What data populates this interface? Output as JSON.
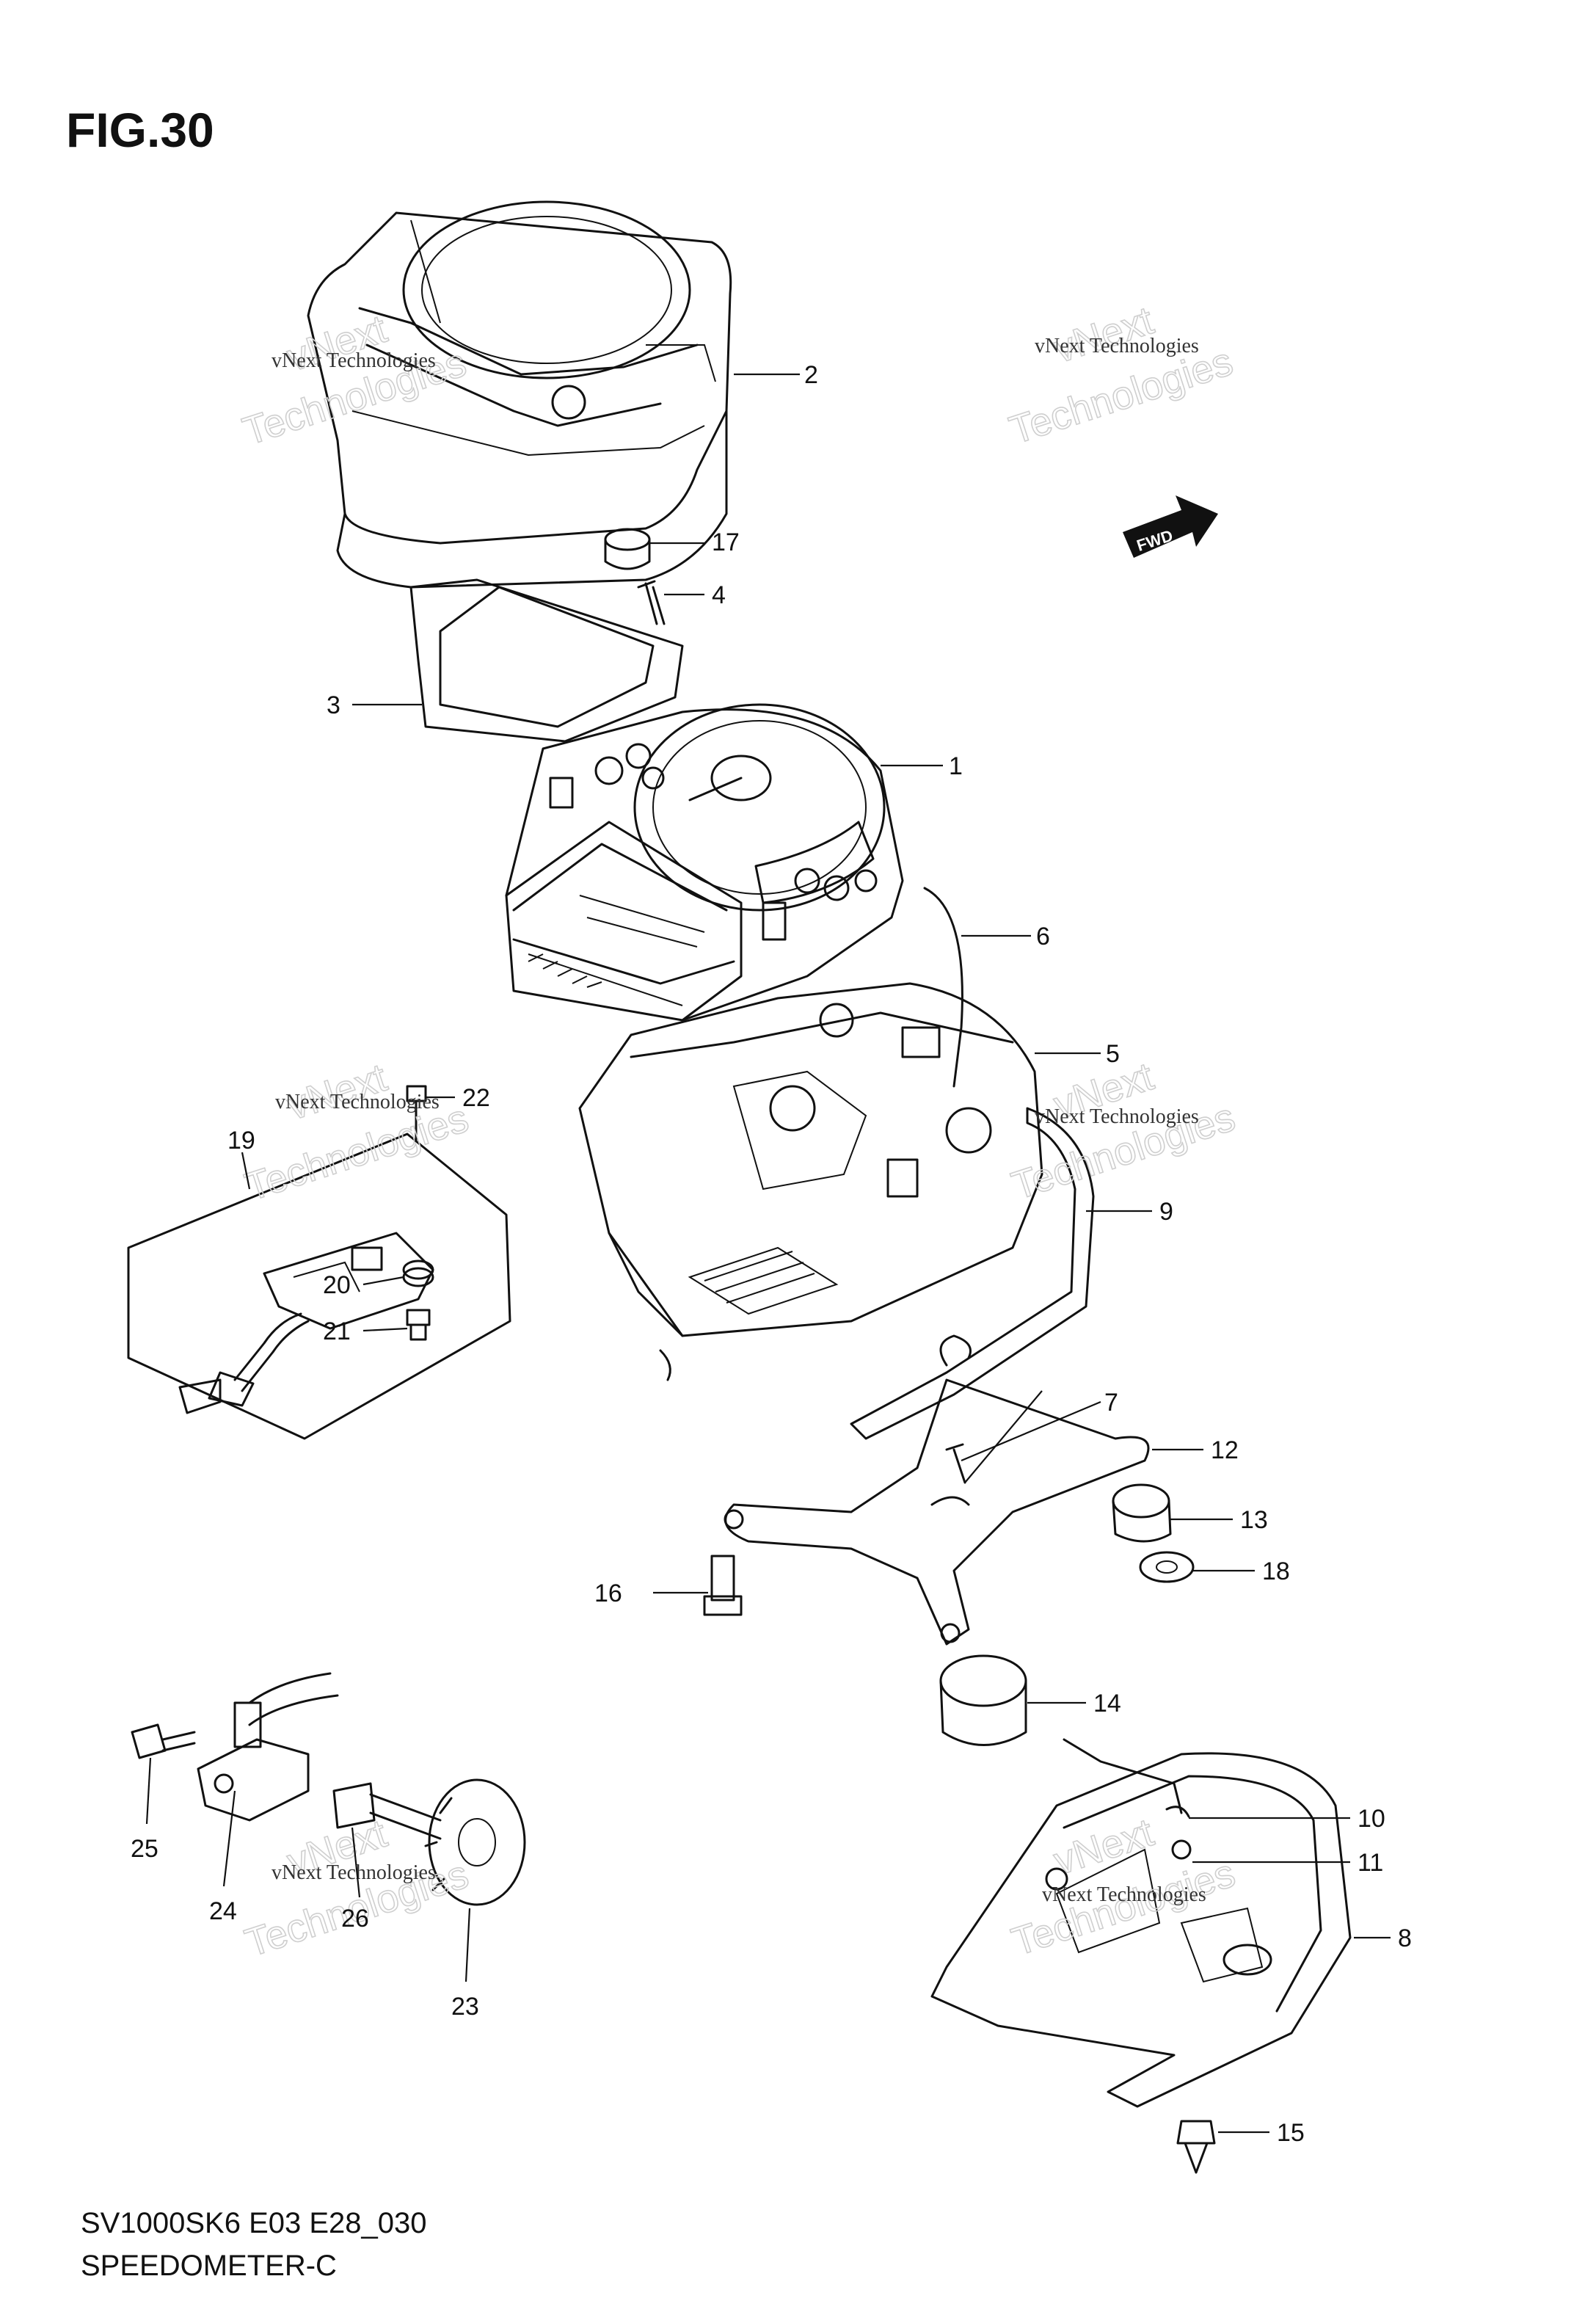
{
  "figure": {
    "title": "FIG.30"
  },
  "footer": {
    "model_code": "SV1000SK6 E03 E28_030",
    "caption": "SPEEDOMETER-C"
  },
  "watermark": {
    "line1": "vNext Technologies",
    "line2": "vNext",
    "line3": "Technologies"
  },
  "fwd_label": "FWD",
  "parts": [
    {
      "num": "1"
    },
    {
      "num": "2"
    },
    {
      "num": "3"
    },
    {
      "num": "4"
    },
    {
      "num": "5"
    },
    {
      "num": "6"
    },
    {
      "num": "7"
    },
    {
      "num": "8"
    },
    {
      "num": "9"
    },
    {
      "num": "10"
    },
    {
      "num": "11"
    },
    {
      "num": "12"
    },
    {
      "num": "13"
    },
    {
      "num": "14"
    },
    {
      "num": "15"
    },
    {
      "num": "16"
    },
    {
      "num": "17"
    },
    {
      "num": "18"
    },
    {
      "num": "19"
    },
    {
      "num": "20"
    },
    {
      "num": "21"
    },
    {
      "num": "22"
    },
    {
      "num": "23"
    },
    {
      "num": "24"
    },
    {
      "num": "25"
    },
    {
      "num": "26"
    }
  ]
}
